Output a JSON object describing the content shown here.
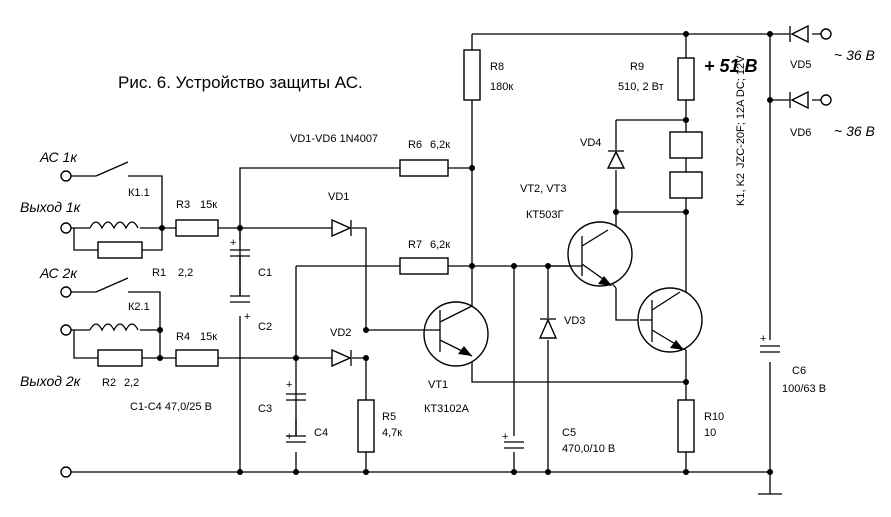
{
  "title": "Рис. 6. Устройство защиты АС.",
  "supply": "+ 51 В",
  "diodes_note": "VD1-VD6  1N4007",
  "caps_note": "C1-C4  47,0/25 В",
  "relay_note": "K1, K2",
  "relay_type": "JZC-20F; 12A DC; 12V",
  "transistors_note": "VT2, VT3",
  "transistors_type": "КТ503Г",
  "terminals": {
    "ac1": "АС 1к",
    "out1": "Выход 1к",
    "ac2": "АС 2к",
    "out2": "Выход 2к",
    "vac1": "~ 36 В",
    "vac2": "~ 36 В"
  },
  "parts": {
    "r1": "R1",
    "r1v": "2,2",
    "r2": "R2",
    "r2v": "2,2",
    "r3": "R3",
    "r3v": "15к",
    "r4": "R4",
    "r4v": "15к",
    "r5": "R5",
    "r5v": "4,7к",
    "r6": "R6",
    "r6v": "6,2к",
    "r7": "R7",
    "r7v": "6,2к",
    "r8": "R8",
    "r8v": "180к",
    "r9": "R9",
    "r9v": "510, 2 Вт",
    "r10": "R10",
    "r10v": "10",
    "c1": "C1",
    "c2": "C2",
    "c3": "C3",
    "c4": "C4",
    "c5": "C5",
    "c5v": "470,0/10 В",
    "c6": "C6",
    "c6v": "100/63 В",
    "vd1": "VD1",
    "vd2": "VD2",
    "vd3": "VD3",
    "vd4": "VD4",
    "vd5": "VD5",
    "vd6": "VD6",
    "vt1": "VT1",
    "vt1t": "КТ3102А",
    "k11": "К1.1",
    "k21": "К2.1",
    "plus": "+"
  }
}
